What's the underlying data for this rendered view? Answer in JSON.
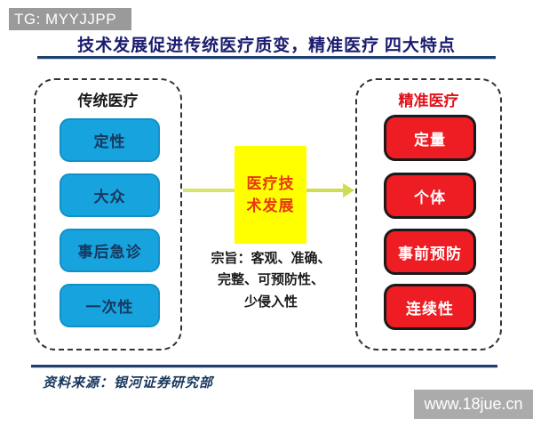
{
  "page": {
    "watermark_top": "TG: MYYJJPP",
    "watermark_bottom": "www.18jue.cn",
    "title": "技术发展促进传统医疗质变，精准医疗 四大特点",
    "source": "资料来源：银河证券研究部"
  },
  "diagram": {
    "left_group": {
      "label": "传统医疗",
      "items": [
        "定性",
        "大众",
        "事后急诊",
        "一次性"
      ]
    },
    "right_group": {
      "label": "精准医疗",
      "items": [
        "定量",
        "个体",
        "事前预防",
        "连续性"
      ]
    },
    "center_box": {
      "line1": "医疗技",
      "line2": "术发展"
    },
    "principle": {
      "line1": "宗旨：客观、准确、",
      "line2": "完整、可预防性、",
      "line3": "少侵入性"
    }
  },
  "colors": {
    "title_navy": "#1b1b6f",
    "divider_navy": "#1f3f6e",
    "traditional_box_blue": "#17a4de",
    "precision_box_red": "#ee1c23",
    "center_box_yellow": "#ffff00",
    "center_text_red": "#e8380d",
    "connector_yellow_green": "#cfdd52",
    "watermark_gray": "#9a9a9a"
  }
}
